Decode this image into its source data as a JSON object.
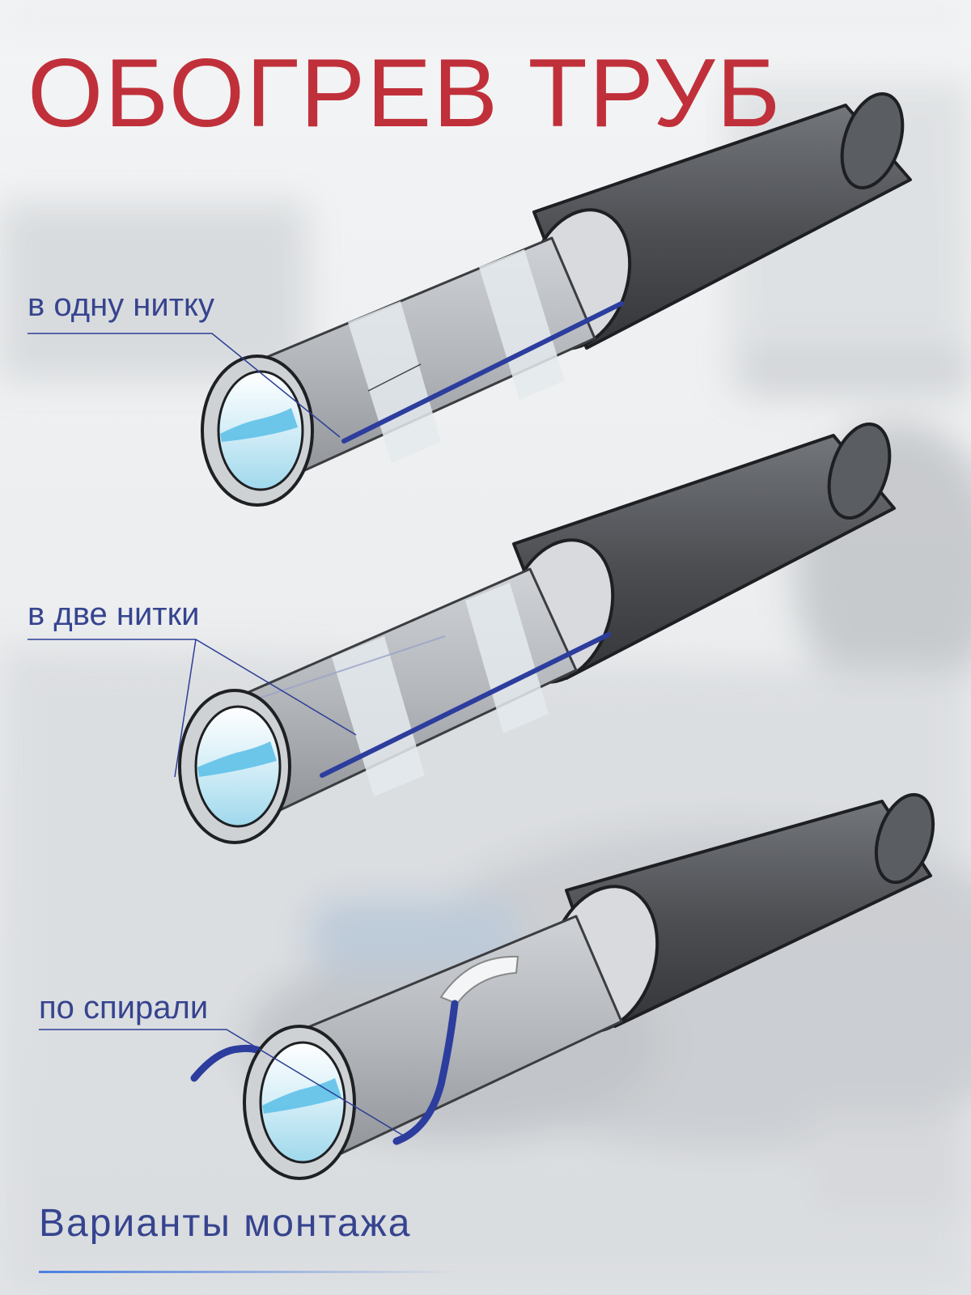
{
  "title": "ОБОГРЕВ ТРУБ",
  "variants": [
    {
      "label": "в одну нитку"
    },
    {
      "label": "в две нитки"
    },
    {
      "label": "по спирали"
    }
  ],
  "footer": "Варианты монтажа",
  "colors": {
    "title": "#c0303a",
    "label": "#36448f",
    "leader": "#2d3e96",
    "cable": "#2c3d9e",
    "water": "#5fc1e8",
    "pipe": "#a9adb2",
    "insulation": "#4b4d51",
    "tape": "#dfe6ea",
    "footer_line": "#4a7de0"
  }
}
